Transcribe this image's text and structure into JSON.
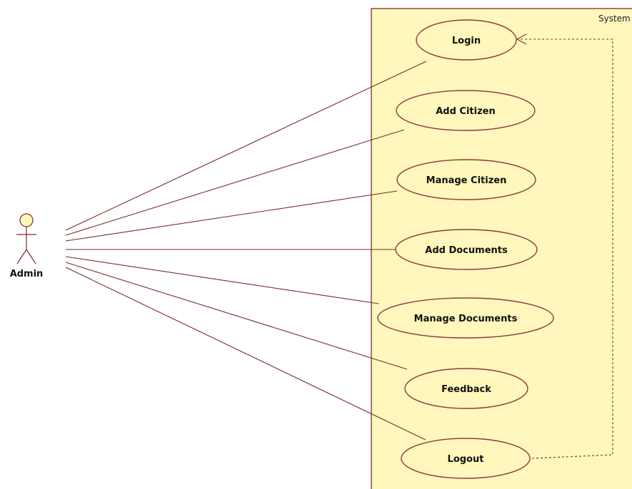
{
  "system": {
    "label": "System"
  },
  "actor": {
    "name": "Admin"
  },
  "use_cases": [
    {
      "label": "Login"
    },
    {
      "label": "Add Citizen"
    },
    {
      "label": "Manage Citizen"
    },
    {
      "label": "Add Documents"
    },
    {
      "label": "Manage Documents"
    },
    {
      "label": "Feedback"
    },
    {
      "label": "Logout"
    }
  ],
  "colors": {
    "fill": "#fff7bc",
    "stroke": "#8b3a3a"
  }
}
